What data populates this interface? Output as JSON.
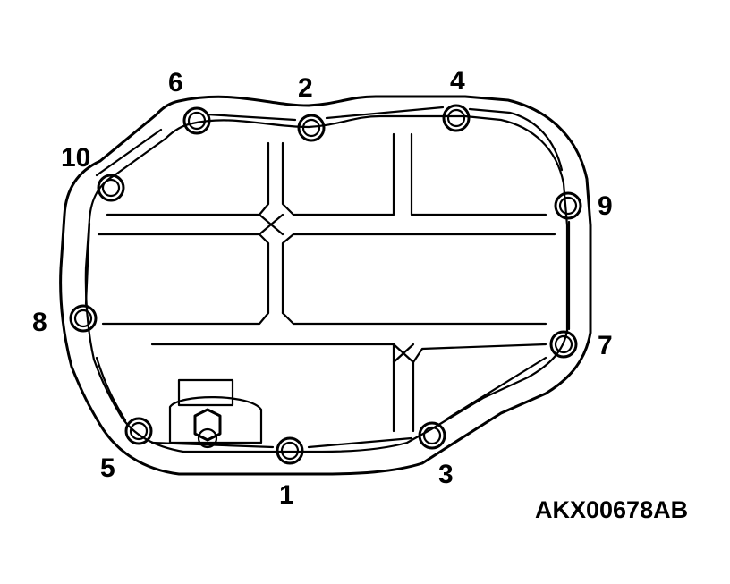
{
  "diagram": {
    "reference_code": "AKX00678AB",
    "bolts": [
      {
        "label": "1"
      },
      {
        "label": "2"
      },
      {
        "label": "3"
      },
      {
        "label": "4"
      },
      {
        "label": "5"
      },
      {
        "label": "6"
      },
      {
        "label": "7"
      },
      {
        "label": "8"
      },
      {
        "label": "9"
      },
      {
        "label": "10"
      }
    ]
  }
}
